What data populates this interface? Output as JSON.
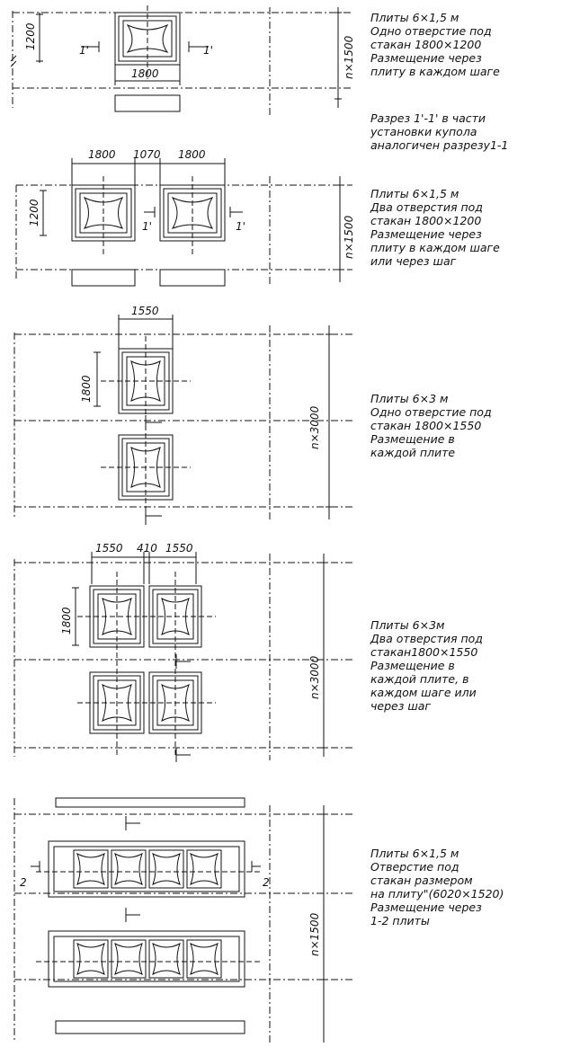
{
  "panels": [
    {
      "id": "p1",
      "dims": [
        "1200",
        "1800",
        "n×1500"
      ],
      "section_marks": [
        "1'",
        "1'"
      ],
      "note": [
        "Плиты 6×1,5 м",
        "Одно отверстие под",
        "стакан 1800×1200",
        "Размещение через",
        "плиту в каждом шаге"
      ]
    },
    {
      "id": "remark",
      "note": [
        "Разрез 1'-1' в части",
        "установки купола",
        "аналогичен разрезу1-1"
      ]
    },
    {
      "id": "p2",
      "dims": [
        "1800",
        "1070",
        "1800",
        "1200",
        "n×1500"
      ],
      "section_marks": [
        "1'",
        "1'"
      ],
      "note": [
        "Плиты 6×1,5 м",
        "Два отверстия под",
        "стакан 1800×1200",
        "Размещение через",
        "плиту в каждом шаге",
        "или через шаг"
      ]
    },
    {
      "id": "p3",
      "dims": [
        "1550",
        "1800",
        "n×3000"
      ],
      "note": [
        "Плиты 6×3 м",
        "Одно отверстие под",
        "стакан 1800×1550",
        "Размещение в",
        "каждой плите"
      ]
    },
    {
      "id": "p4",
      "dims": [
        "1550",
        "410",
        "1550",
        "1800",
        "n×3000"
      ],
      "note": [
        "Плиты 6×3м",
        "Два отверстия под",
        "стакан1800×1550",
        "Размещение в",
        "каждой плите, в",
        "каждом шаге или",
        "через шаг"
      ]
    },
    {
      "id": "p5",
      "dims": [
        "n×1500"
      ],
      "section_marks": [
        "2",
        "2"
      ],
      "note": [
        "Плиты 6×1,5 м",
        "Отверстие под",
        "стакан размером",
        "на плиту\"(6020×1520)",
        "Размещение через",
        "1-2 плиты"
      ]
    }
  ]
}
